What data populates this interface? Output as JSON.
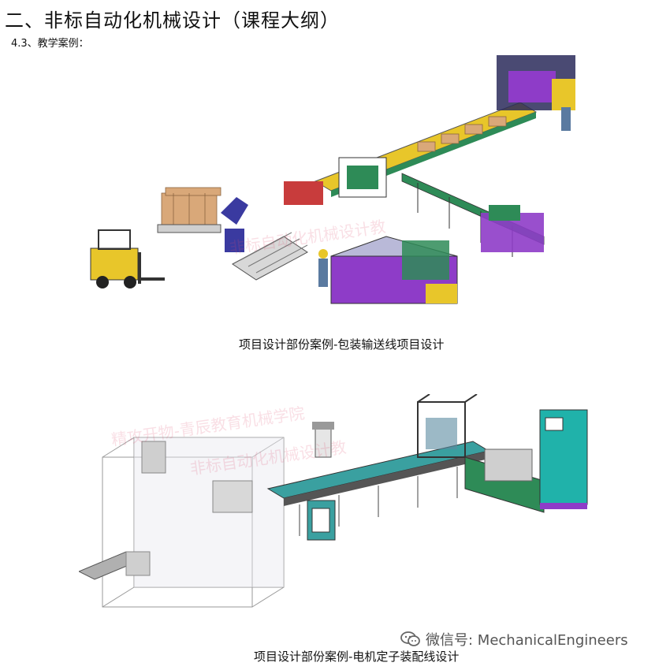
{
  "document": {
    "title": "二、非标自动化机械设计（课程大纲）",
    "section": "4.3、教学案例："
  },
  "figures": [
    {
      "caption": "项目设计部份案例-包装输送线项目设计"
    },
    {
      "caption": "项目设计部份案例-电机定子装配线设计"
    }
  ],
  "watermarks": {
    "text_1": "精攻开物-青辰教育机械学院",
    "text_2": "非标自动化机械设计教"
  },
  "brand": {
    "icon": "wechat-icon",
    "label": "微信号: MechanicalEngineers"
  },
  "colors": {
    "conveyor_green": "#2e8b57",
    "frame_yellow": "#e8c62a",
    "machine_purple": "#8e3cc8",
    "cyan_cabinet": "#20b2aa",
    "carton_tan": "#d9a879"
  }
}
